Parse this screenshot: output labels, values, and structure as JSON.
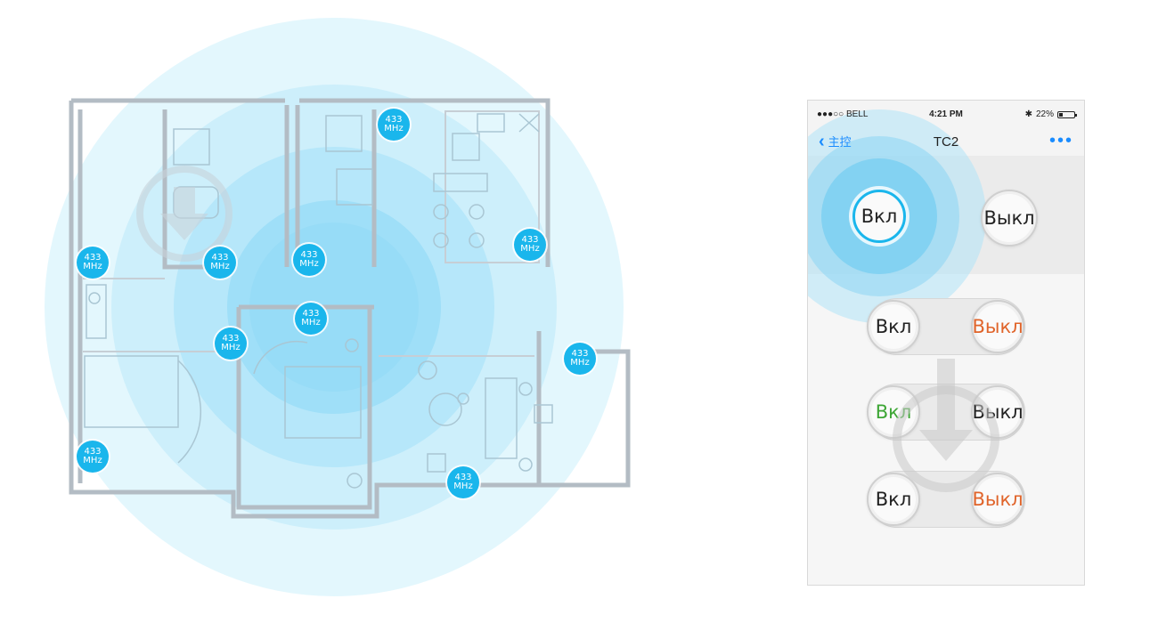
{
  "badges": [
    {
      "line1": "433",
      "line2": "MHz"
    },
    {
      "line1": "433",
      "line2": "MHz"
    },
    {
      "line1": "433",
      "line2": "MHz"
    },
    {
      "line1": "433",
      "line2": "MHz"
    },
    {
      "line1": "433",
      "line2": "MHz"
    },
    {
      "line1": "433",
      "line2": "MHz"
    },
    {
      "line1": "433",
      "line2": "MHz"
    },
    {
      "line1": "433",
      "line2": "MHz"
    },
    {
      "line1": "433",
      "line2": "MHz"
    },
    {
      "line1": "433",
      "line2": "MHz"
    }
  ],
  "phone": {
    "status": {
      "carrier": "●●●○○ BELL",
      "time": "4:21 PM",
      "bluetooth": "✱",
      "battery": "22%",
      "battery_level": 0.22
    },
    "nav": {
      "back_label": "主控",
      "title": "TC2",
      "more": "•••"
    },
    "top_buttons": {
      "on": "Вкл",
      "off": "Выкл"
    },
    "rows": [
      {
        "on": "Вкл",
        "off": "Выкл",
        "on_color": "default",
        "off_color": "orange"
      },
      {
        "on": "Вкл",
        "off": "Выкл",
        "on_color": "green",
        "off_color": "default"
      },
      {
        "on": "Вкл",
        "off": "Выкл",
        "on_color": "default",
        "off_color": "orange"
      }
    ]
  },
  "colors": {
    "accent": "#1ab6ec",
    "signal": "#bfe9fa",
    "link": "#1a8cff",
    "on_green": "#3da635",
    "off_orange": "#e0642a"
  }
}
